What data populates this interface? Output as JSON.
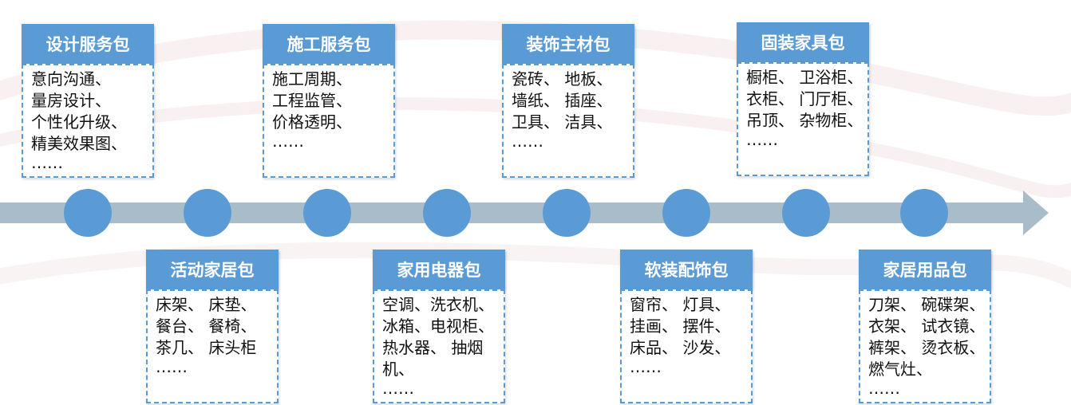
{
  "colors": {
    "accent": "#5b9bd5",
    "timeline": "#a9bcc9",
    "header_text": "#ffffff",
    "body_text": "#111111"
  },
  "packages": [
    {
      "title": "设计服务包",
      "items": [
        "意向沟通、",
        "量房设计、",
        "个性化升级、",
        "精美效果图、",
        "……"
      ]
    },
    {
      "title": "活动家居包",
      "items": [
        "床架、 床垫、",
        "餐台、 餐椅、",
        "茶几、 床头柜",
        "……"
      ]
    },
    {
      "title": "施工服务包",
      "items": [
        "施工周期、",
        "工程监管、",
        "价格透明、",
        "……"
      ]
    },
    {
      "title": "家用电器包",
      "items": [
        "空调、洗衣机、",
        "冰箱、电视柜、",
        "热水器、 抽烟",
        "机、",
        "……"
      ]
    },
    {
      "title": "装饰主材包",
      "items": [
        "瓷砖、 地板、",
        "墙纸、 插座、",
        "卫具、 洁具、",
        "……"
      ]
    },
    {
      "title": "软装配饰包",
      "items": [
        "窗帘、 灯具、",
        "挂画、 摆件、",
        "床品、 沙发、",
        "……"
      ]
    },
    {
      "title": "固装家具包",
      "items": [
        "橱柜、 卫浴柜、",
        "衣柜、 门厅柜、",
        "吊顶、 杂物柜、",
        "……"
      ]
    },
    {
      "title": "家居用品包",
      "items": [
        "刀架、 碗碟架、",
        "衣架、 试衣镜、",
        "裤架、 烫衣板、",
        "燃气灶、",
        "……"
      ]
    }
  ]
}
